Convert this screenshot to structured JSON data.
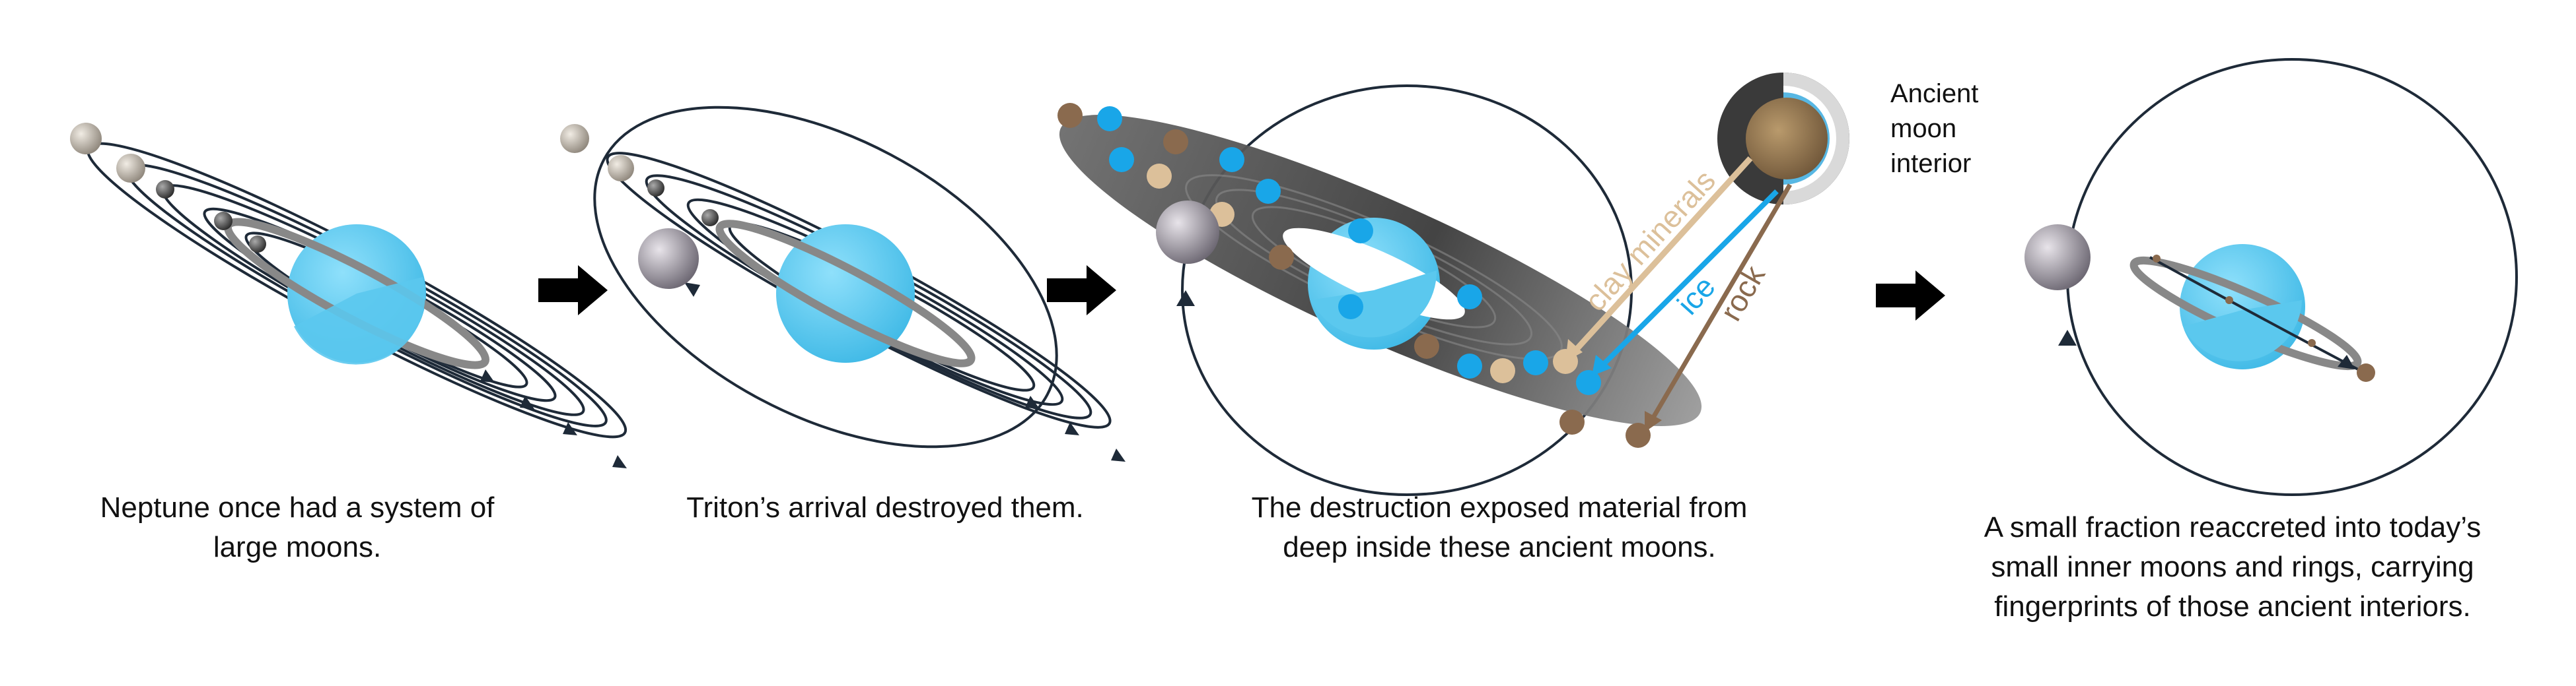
{
  "captions": {
    "panel1": [
      "Neptune once had a system of",
      "large moons."
    ],
    "panel2": [
      "Triton’s arrival destroyed them."
    ],
    "panel3": [
      "The destruction exposed material from",
      "deep inside these ancient moons."
    ],
    "panel4": [
      "A small fraction reaccreted into today’s",
      "small inner moons and rings, carrying",
      "fingerprints of those ancient interiors."
    ]
  },
  "interior": {
    "label": [
      "Ancient",
      "moon",
      "interior"
    ],
    "materials": {
      "clay": "clay minerals",
      "ice": "ice",
      "rock": "rock"
    }
  },
  "colors": {
    "neptune": "#5bc8ee",
    "ice": "#19a6e8",
    "clay": "#dcc09a",
    "rock": "#8a6a4e",
    "disk": "#555555",
    "orbit": "#1e2a38"
  },
  "icons": [
    "planet-neptune-icon",
    "moon-icon",
    "triton-icon",
    "arrow-right-icon",
    "moon-interior-icon"
  ]
}
